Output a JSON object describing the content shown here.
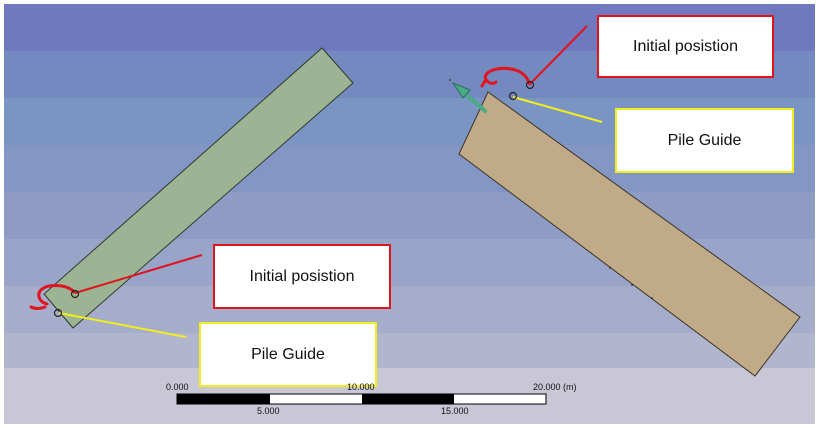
{
  "viewport": {
    "background_bands": [
      "#6f79bd",
      "#7489c0",
      "#7a95c4",
      "#8496c3",
      "#8e9cc4",
      "#99a5c8",
      "#a5adcb",
      "#b1b6ce",
      "#bcbfd2"
    ],
    "footer_color": "#c9c7d6"
  },
  "bodies": {
    "left_pile": {
      "fill": "#9cb394",
      "stroke": "#2f3b2c"
    },
    "right_pile": {
      "fill": "#c0aa87",
      "stroke": "#3b3426"
    },
    "arrow": {
      "fill": "#4aa987",
      "stroke": "#2b6e58"
    }
  },
  "callouts": {
    "initial_right": {
      "text": "Initial posistion",
      "color": "#e0141e"
    },
    "guide_right": {
      "text": "Pile Guide",
      "color": "#f2ee1d"
    },
    "initial_left": {
      "text": "Initial posistion",
      "color": "#e0141e"
    },
    "guide_left": {
      "text": "Pile Guide",
      "color": "#f2ee1d"
    }
  },
  "scale_bar": {
    "unit": "(m)",
    "top_labels": [
      "0.000",
      "10.000",
      "20.000 (m)"
    ],
    "bottom_labels": [
      "5.000",
      "15.000"
    ],
    "segment_colors": [
      "#000000",
      "#ffffff",
      "#000000",
      "#ffffff"
    ]
  },
  "icons": {
    "marker": "circle-marker-icon",
    "hook": "red-hook-annotation-icon"
  }
}
